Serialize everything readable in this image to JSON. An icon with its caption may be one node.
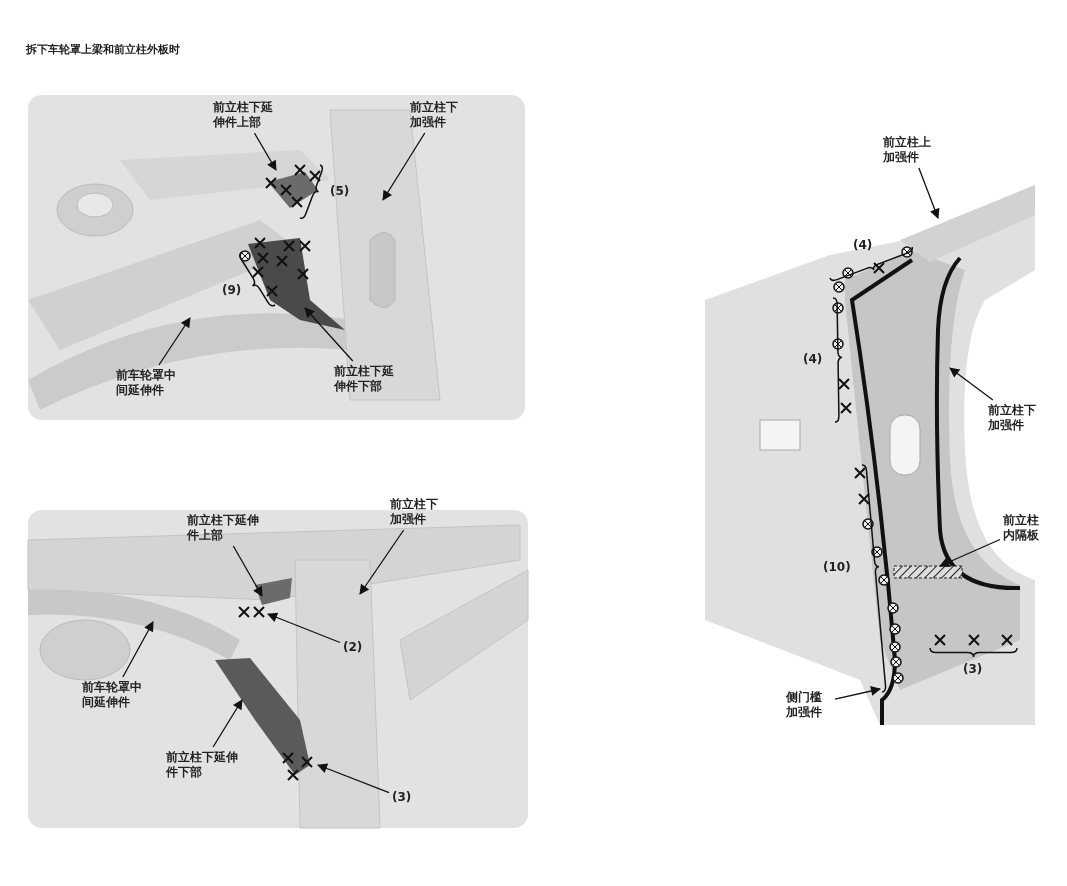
{
  "diagram": {
    "title": "拆下车轮罩上梁和前立柱外板时",
    "nodes": [
      {
        "text": [
          "前立柱下延伸件上部"
        ]
      },
      {
        "text": [
          "前立柱下加强件"
        ]
      },
      {
        "text": [
          "前车轮罩中间延伸件"
        ]
      },
      {
        "text": [
          "前立柱下延伸件下部"
        ]
      },
      {
        "text": [
          "前立柱下延伸件上部"
        ]
      },
      {
        "text": [
          "前立柱下加强件"
        ]
      },
      {
        "text": [
          "(2)"
        ]
      },
      {
        "text": [
          "前车轮罩中间延伸件"
        ]
      },
      {
        "text": [
          "前立柱下延伸件下部"
        ]
      },
      {
        "text": [
          "(3)"
        ]
      },
      {
        "text": [
          "前立柱上加强件"
        ]
      },
      {
        "text": [
          "前立柱下加强件"
        ]
      },
      {
        "text": [
          "前立柱内隔板"
        ]
      },
      {
        "text": [
          "侧门槛加强件"
        ]
      }
    ],
    "edges": [
      {
        "from": 0,
        "to": null,
        "arrow": "to"
      },
      {
        "from": 1,
        "to": null,
        "arrow": "to"
      },
      {
        "from": 2,
        "to": null,
        "arrow": "to"
      },
      {
        "from": 3,
        "to": null,
        "arrow": "to"
      },
      {
        "from": 4,
        "to": null,
        "arrow": "to"
      },
      {
        "from": 5,
        "to": null,
        "arrow": "to"
      },
      {
        "from": 6,
        "to": null,
        "arrow": "to"
      },
      {
        "from": 7,
        "to": null,
        "arrow": "to"
      },
      {
        "from": 8,
        "to": null,
        "arrow": "to"
      },
      {
        "from": 9,
        "to": null,
        "arrow": "to"
      },
      {
        "from": 10,
        "to": null,
        "arrow": "to"
      },
      {
        "from": 11,
        "to": null,
        "arrow": "to"
      },
      {
        "from": 12,
        "to": null,
        "arrow": "to"
      },
      {
        "from": 13,
        "to": null,
        "arrow": "to"
      }
    ],
    "labels": [
      "(5)",
      "(9)",
      "(4)",
      "(4)",
      "(10)",
      "(3)"
    ]
  }
}
